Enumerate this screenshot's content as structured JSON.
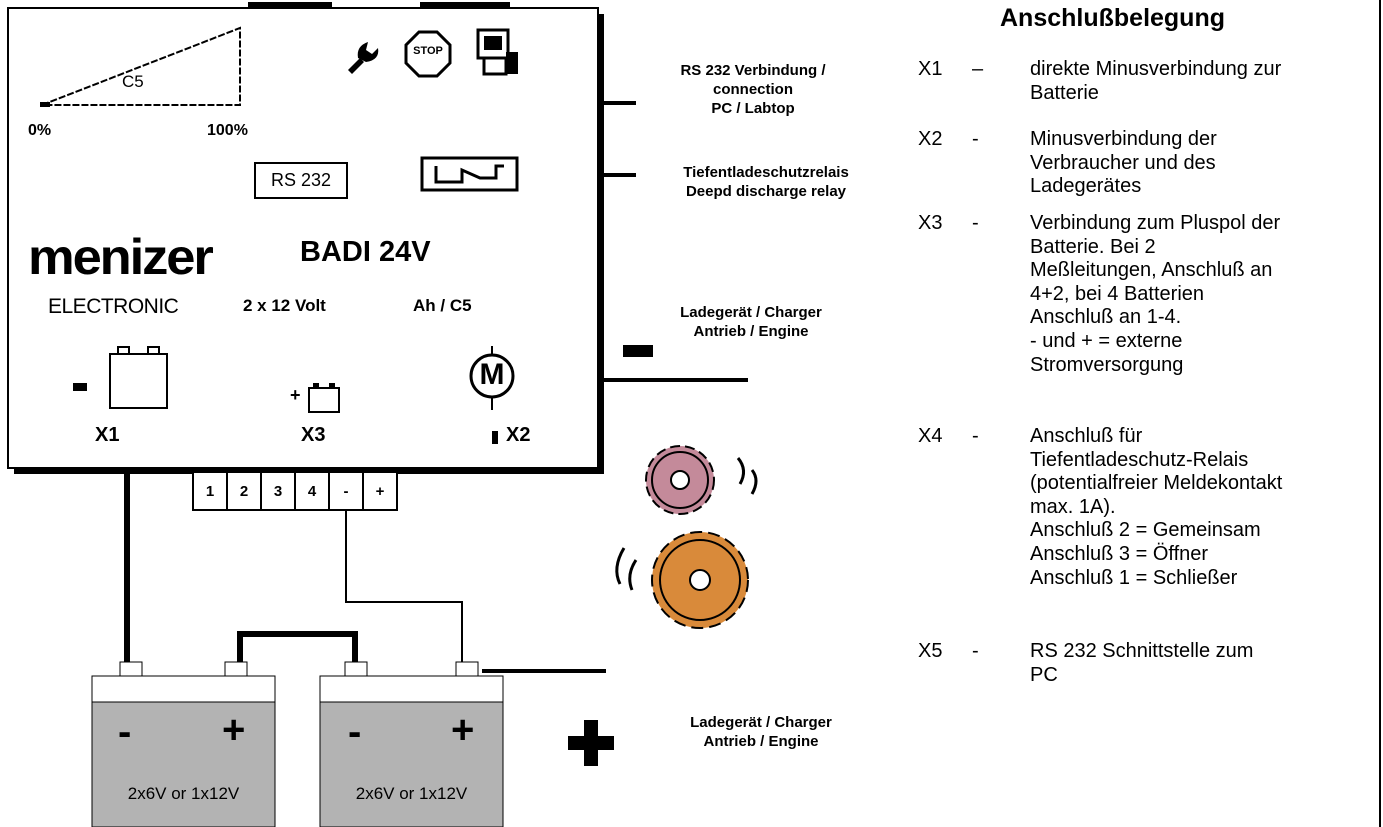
{
  "device": {
    "brand": "menizer",
    "brand_sub": "ELECTRONIC",
    "model": "BADI 24V",
    "voltage": "2 x 12 Volt",
    "capacity": "Ah / C5",
    "scale_label": "C5",
    "scale_min": "0%",
    "scale_max": "100%",
    "rs232_box": "RS 232",
    "stop_icon": "STOP",
    "minus_sign": "-",
    "plus_sign": "+",
    "motor_letter": "M",
    "x1": "X1",
    "x2": "X2",
    "x3": "X3"
  },
  "terminals": [
    "1",
    "2",
    "3",
    "4",
    "-",
    "+"
  ],
  "callouts": {
    "rs232": "RS 232 Verbindung /\nconnection\nPC / Labtop",
    "relay": "Tiefentladeschutzrelais\nDeepd discharge relay",
    "charger_minus": "Ladegerät / Charger\nAntrieb / Engine",
    "charger_plus": "Ladegerät / Charger\nAntrieb / Engine"
  },
  "batteries": [
    {
      "minus": "-",
      "plus": "+",
      "label": "2x6V or 1x12V"
    },
    {
      "minus": "-",
      "plus": "+",
      "label": "2x6V or 1x12V"
    }
  ],
  "legend": {
    "title": "Anschlußbelegung",
    "rows": [
      {
        "key": "X1",
        "dash": "–",
        "desc": "direkte Minusverbindung zur\nBatterie"
      },
      {
        "key": "X2",
        "dash": "-",
        "desc": "Minusverbindung der\nVerbraucher und des\nLadegerätes"
      },
      {
        "key": "X3",
        "dash": "-",
        "desc": "Verbindung zum Pluspol der\nBatterie. Bei 2\nMeßleitungen, Anschluß an\n4+2, bei 4 Batterien\nAnschluß an 1-4.\n - und + = externe\nStromversorgung"
      },
      {
        "key": "X4",
        "dash": "-",
        "desc": "Anschluß für\nTiefentladeschutz-Relais\n(potentialfreier Meldekontakt\nmax. 1A).\n    Anschluß 2 = Gemeinsam\n    Anschluß 3 = Öffner\n    Anschluß 1 = Schließer"
      },
      {
        "key": "X5",
        "dash": "-",
        "desc": "RS 232 Schnittstelle zum\nPC"
      }
    ]
  },
  "colors": {
    "battery_body": "#b3b3b3",
    "gear_top": "#c48a9a",
    "gear_bottom": "#d98a3a"
  }
}
